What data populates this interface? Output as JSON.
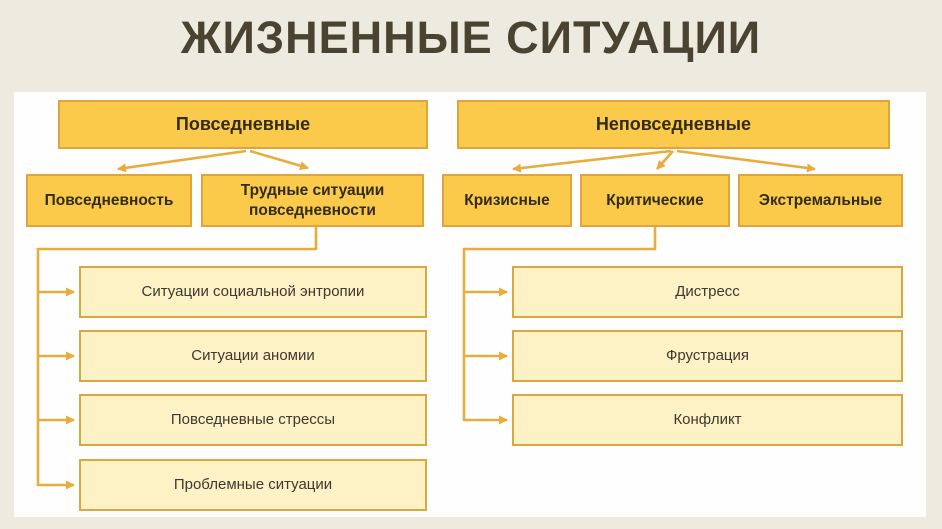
{
  "title": "ЖИЗНЕННЫЕ СИТУАЦИИ",
  "colors": {
    "page_background": "#edebdf",
    "panel_background": "#fefefe",
    "node_gold_fill": "#fbca4b",
    "node_gold_border": "#dfa43c",
    "node_cream_fill": "#fdf2c6",
    "node_cream_border": "#d8a93f",
    "connector": "#e7ac3b",
    "title_text": "#4a4331"
  },
  "tree": {
    "left": {
      "root": "Повседневные",
      "children": {
        "0": "Повседневность",
        "1": "Трудные ситуации повседневности"
      },
      "leaves": {
        "0": "Ситуации социальной энтропии",
        "1": "Ситуации аномии",
        "2": "Повседневные стрессы",
        "3": "Проблемные ситуации"
      }
    },
    "right": {
      "root": "Неповседневные",
      "children": {
        "0": "Кризисные",
        "1": "Критические",
        "2": "Экстремальные"
      },
      "leaves": {
        "0": "Дистресс",
        "1": "Фрустрация",
        "2": "Конфликт"
      }
    }
  }
}
